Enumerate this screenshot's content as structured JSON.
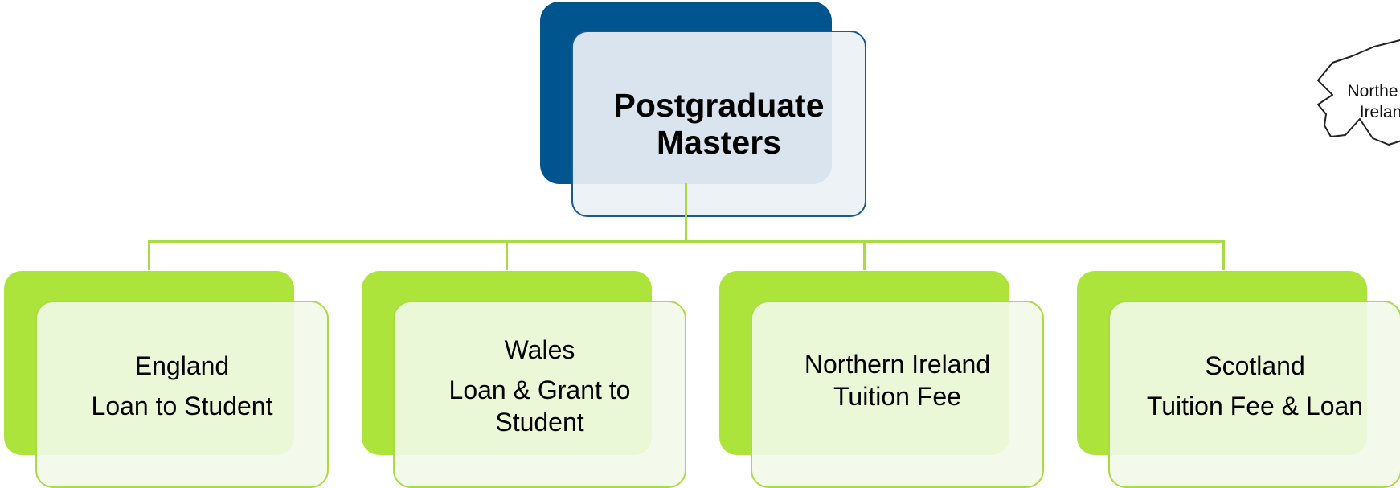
{
  "root": {
    "line1": "Postgraduate",
    "line2": "Masters"
  },
  "children": [
    {
      "line1": "England",
      "line2": "Loan to Student"
    },
    {
      "line1": "Wales",
      "line2": "Loan & Grant to",
      "line3": "Student"
    },
    {
      "line1": "Northern Ireland",
      "line2": "Tuition Fee"
    },
    {
      "line1": "Scotland",
      "line2": "Tuition Fee & Loan"
    }
  ],
  "map_badge": {
    "line1": "Northe",
    "line2": "Irelan"
  },
  "colors": {
    "root_accent": "#00558F",
    "root_border": "#1B5A8F",
    "child_accent": "#ADE43C",
    "child_border": "#A8DC45",
    "connector": "#A8DC45"
  }
}
